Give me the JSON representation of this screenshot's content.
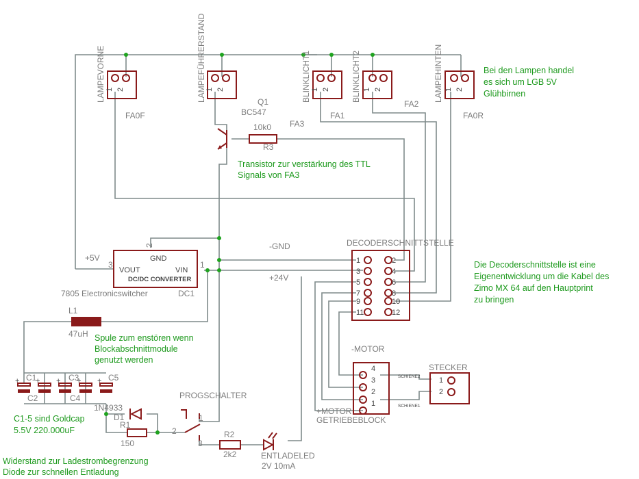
{
  "connectors": {
    "lampevorne": {
      "name": "LAMPEVORNE",
      "value": "FA0F",
      "pin1": "1",
      "pin2": "2"
    },
    "lampefuehrerstand": {
      "name": "LAMPEFÜHRERSTAND",
      "pin1": "1",
      "pin2": "2"
    },
    "blinklicht1": {
      "name": "BLINKLICHT1",
      "value": "FA1",
      "pin1": "1",
      "pin2": "2"
    },
    "blinklicht2": {
      "name": "BLINKLICHT2",
      "value": "FA2",
      "pin1": "1",
      "pin2": "2"
    },
    "lampehinten": {
      "name": "LAMPEHINTEN",
      "value": "FA0R",
      "pin1": "1",
      "pin2": "2"
    }
  },
  "transistor": {
    "name": "Q1",
    "value": "BC547"
  },
  "resistor_r3": {
    "value": "10k0",
    "name": "R3"
  },
  "net_fa3": "FA3",
  "note_lamps": [
    "Bei den Lampen handel",
    "es sich um LGB 5V",
    "Glühbirnen"
  ],
  "note_transistor": [
    "Transistor zur verstärkung des TTL",
    "Signals von FA3"
  ],
  "converter": {
    "name": "DC1",
    "value": "7805 Electronicswitcher",
    "center_label": "DC/DC CONVERTER",
    "vout": "VOUT",
    "vin": "VIN",
    "gnd": "GND",
    "pin1": "1",
    "pin2": "2",
    "pin3": "3"
  },
  "nets": {
    "plus5v": "+5V",
    "gnd": "-GND",
    "plus24v": "+24V",
    "minus_motor": "-MOTOR",
    "plus_motor": "+MOTOR"
  },
  "decoder": {
    "name": "DECODERSCHNITTSTELLE",
    "pins_left": [
      "1",
      "3",
      "5",
      "7",
      "9",
      "11"
    ],
    "pins_right": [
      "2",
      "4",
      "6",
      "8",
      "10",
      "12"
    ]
  },
  "note_decoder": [
    "Die Decoderschnittstelle ist eine",
    "Eigenentwicklung um die Kabel des",
    "Zimo MX 64 auf den Hauptprint",
    "zu bringen"
  ],
  "inductor": {
    "name": "L1",
    "value": "47uH"
  },
  "note_inductor": [
    "Spule zum enstören wenn",
    "Blockabschnittmodule",
    "genutzt werden"
  ],
  "caps": {
    "c1": "C1",
    "c2": "C2",
    "c3": "C3",
    "c4": "C4",
    "c5": "C5",
    "plus": "+"
  },
  "note_caps": [
    "C1-5 sind Goldcap",
    "5.5V 220.000uF"
  ],
  "diode": {
    "name": "D1",
    "value": "1N4933"
  },
  "resistor_r1": {
    "name": "R1",
    "value": "150"
  },
  "switch": {
    "name": "PROGSCHALTER",
    "pin1": "1",
    "pin2": "2",
    "pin3": "3"
  },
  "resistor_r2": {
    "name": "R2",
    "value": "2k2"
  },
  "led": {
    "name": "ENTLADELED",
    "value": "2V 10mA"
  },
  "note_bottom": [
    "Widerstand zur Ladestrombegrenzung",
    "Diode zur schnellen Entladung"
  ],
  "motor_block": {
    "name": "GETRIEBEBLOCK",
    "pins": [
      "4",
      "3",
      "2",
      "1"
    ]
  },
  "stecker": {
    "name": "STECKER",
    "pin1": "1",
    "pin2": "2",
    "schiene2": "SCHIENE2",
    "schiene1": "SCHIENE1"
  },
  "colors": {
    "wire": "#7f8a8a",
    "part": "#8a1a1a",
    "note": "#1e9a1e",
    "junction": "#1fa31f"
  }
}
